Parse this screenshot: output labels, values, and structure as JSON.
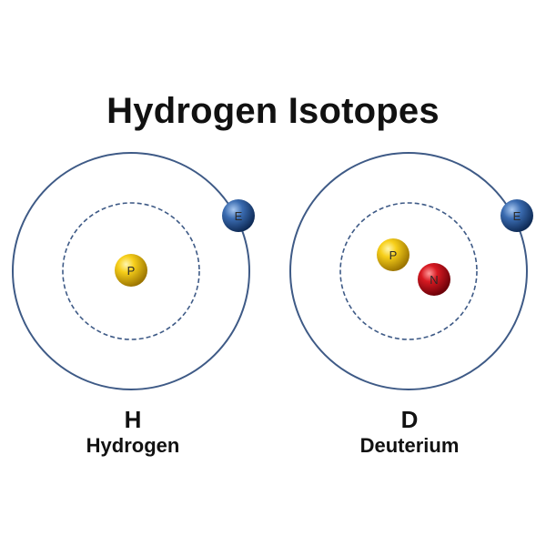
{
  "title": "Hydrogen Isotopes",
  "atoms": [
    {
      "symbol": "H",
      "name": "Hydrogen",
      "electron_label": "E",
      "nucleus": [
        {
          "label": "P"
        }
      ]
    },
    {
      "symbol": "D",
      "name": "Deuterium",
      "electron_label": "E",
      "nucleus": [
        {
          "label": "P"
        },
        {
          "label": "N"
        }
      ]
    }
  ],
  "colors": {
    "orbit": "#3e5a86",
    "proton": "#e3b400",
    "neutron": "#c0121a",
    "electron": "#2f5b9a"
  }
}
